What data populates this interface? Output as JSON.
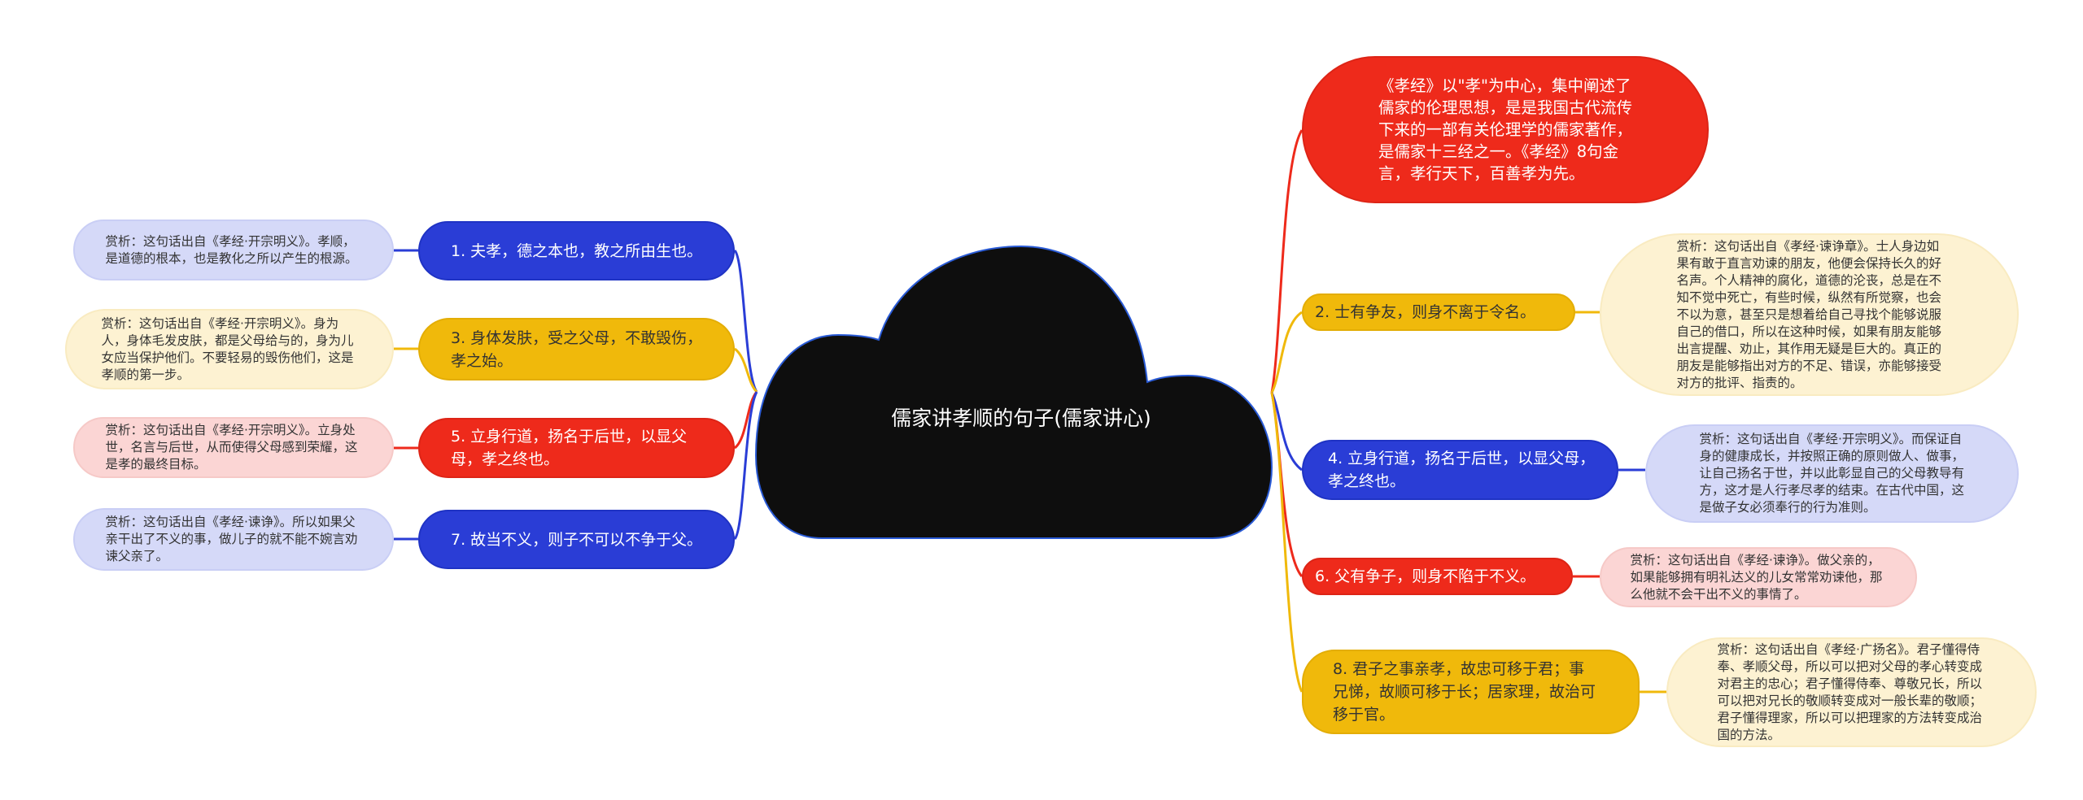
{
  "root": {
    "title": "儒家讲孝顺的句子(儒家讲心)"
  },
  "intro": {
    "text": "《孝经》以\"孝\"为中心，集中阐述了儒家的伦理思想，是是我国古代流传下来的一部有关伦理学的儒家著作，是儒家十三经之一。《孝经》8句金言，孝行天下，百善孝为先。"
  },
  "branches": [
    {
      "label": "1. 夫孝，德之本也，教之所由生也。",
      "note": "赏析：这句话出自《孝经·开宗明义》。孝顺，是道德的根本，也是教化之所以产生的根源。"
    },
    {
      "label": "2. 士有争友，则身不离于令名。",
      "note": "赏析：这句话出自《孝经·谏诤章》。士人身边如果有敢于直言劝谏的朋友，他便会保持长久的好名声。个人精神的腐化，道德的沦丧，总是在不知不觉中死亡，有些时候，纵然有所觉察，也会不以为意，甚至只是想着给自己寻找个能够说服自己的借口，所以在这种时候，如果有朋友能够出言提醒、劝止，其作用无疑是巨大的。真正的朋友是能够指出对方的不足、错误，亦能够接受对方的批评、指责的。"
    },
    {
      "label": "3. 身体发肤，受之父母，不敢毁伤，孝之始。",
      "note": "赏析：这句话出自《孝经·开宗明义》。身为人，身体毛发皮肤，都是父母给与的，身为儿女应当保护他们。不要轻易的毁伤他们，这是孝顺的第一步。"
    },
    {
      "label": "4. 立身行道，扬名于后世，以显父母，孝之终也。",
      "note": "赏析：这句话出自《孝经·开宗明义》。而保证自身的健康成长，并按照正确的原则做人、做事，让自己扬名于世，并以此彰显自己的父母教导有方，这才是人行孝尽孝的结束。在古代中国，这是做子女必须奉行的行为准则。"
    },
    {
      "label": "5. 立身行道，扬名于后世，以显父母，孝之终也。",
      "note": "赏析：这句话出自《孝经·开宗明义》。立身处世，名言与后世，从而使得父母感到荣耀，这是孝的最终目标。"
    },
    {
      "label": "6. 父有争子，则身不陷于不义。",
      "note": "赏析：这句话出自《孝经·谏诤》。做父亲的，如果能够拥有明礼达义的儿女常常劝谏他，那么他就不会干出不义的事情了。"
    },
    {
      "label": "7. 故当不义，则子不可以不争于父。",
      "note": "赏析：这句话出自《孝经·谏诤》。所以如果父亲干出了不义的事，做儿子的就不能不婉言劝谏父亲了。"
    },
    {
      "label": "8. 君子之事亲孝，故忠可移于君；事兄悌，故顺可移于长；居家理，故治可移于官。",
      "note": "赏析：这句话出自《孝经·广扬名》。君子懂得侍奉、孝顺父母，所以可以把对父母的孝心转变成对君主的忠心；君子懂得侍奉、尊敬兄长，所以可以把对兄长的敬顺转变成对一般长辈的敬顺；君子懂得理家，所以可以把理家的方法转变成治国的方法。"
    }
  ],
  "colors": {
    "blue": "#2a3dd6",
    "yellow": "#f0b90b",
    "red": "#ee2a1b",
    "cloud": "#0e0e0e"
  }
}
